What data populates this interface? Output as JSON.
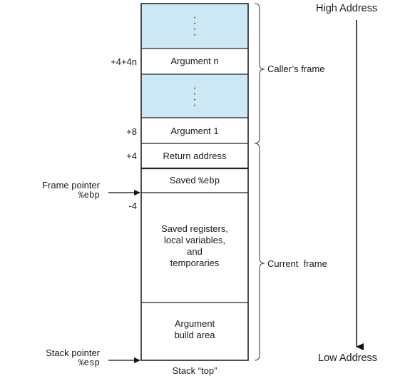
{
  "diagram": {
    "stack_cells": [
      {
        "key": "dots_top",
        "label": "⋮",
        "shaded": true,
        "offset": ""
      },
      {
        "key": "arg_n",
        "label": "Argument n",
        "shaded": false,
        "offset": "+4+4n"
      },
      {
        "key": "dots_mid",
        "label": "⋮",
        "shaded": true,
        "offset": ""
      },
      {
        "key": "arg_1",
        "label": "Argument 1",
        "shaded": false,
        "offset": "+8"
      },
      {
        "key": "return_address",
        "label": "Return address",
        "shaded": false,
        "offset": "+4"
      },
      {
        "key": "saved_ebp",
        "label_prefix": "Saved ",
        "label_code": "%ebp",
        "shaded": false,
        "offset": ""
      },
      {
        "key": "saved_regs",
        "lines": [
          "Saved registers,",
          "local variables,",
          "and",
          "temporaries"
        ],
        "shaded": false,
        "offset": "-4"
      },
      {
        "key": "arg_build",
        "lines": [
          "Argument",
          "build area"
        ],
        "shaded": false,
        "offset": ""
      }
    ],
    "pointers": {
      "frame": {
        "name": "Frame pointer",
        "register": "%ebp"
      },
      "stack": {
        "name": "Stack pointer",
        "register": "%esp"
      }
    },
    "frames": {
      "caller": "Caller’s frame",
      "current": "Current  frame"
    },
    "stack_top_label": "Stack “top”",
    "address_direction": {
      "high": "High Address",
      "low": "Low Address"
    },
    "colors": {
      "shaded_cell": "#cce8f4",
      "border": "#222222"
    }
  }
}
